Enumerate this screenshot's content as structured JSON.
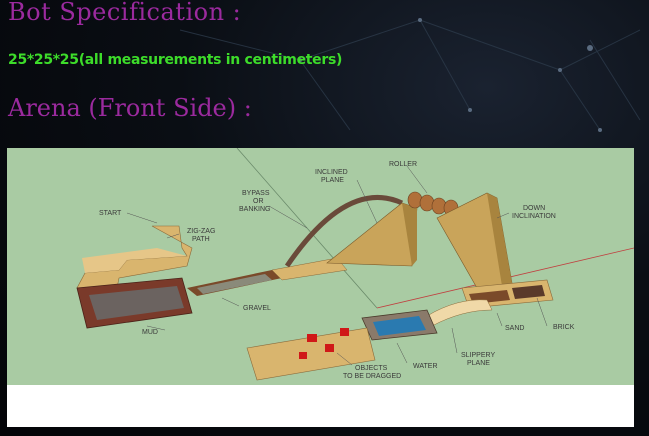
{
  "heading_bot": "Bot Specification :",
  "bot_spec": "25*25*25(all measurements in centimeters)",
  "heading_arena": "Arena (Front Side) :",
  "arena_labels": {
    "start": "START",
    "zigzag": "ZIG-ZAG",
    "path": "PATH",
    "bypass1": "BYPASS",
    "bypass2": "OR",
    "bypass3": "BANKING",
    "inclined1": "INCLINED",
    "inclined2": "PLANE",
    "roller": "ROLLER",
    "down1": "DOWN",
    "down2": "INCLINATION",
    "mud": "MUD",
    "gravel": "GRAVEL",
    "sand": "SAND",
    "brick": "BRICK",
    "slippery1": "SLIPPERY",
    "slippery2": "PLANE",
    "water": "WATER",
    "objects1": "OBJECTS",
    "objects2": "TO BE DRAGGED"
  },
  "colors": {
    "heading": "#9b2a9e",
    "spec_text": "#3ddc2a",
    "figure_bg": "#a9cba3"
  }
}
